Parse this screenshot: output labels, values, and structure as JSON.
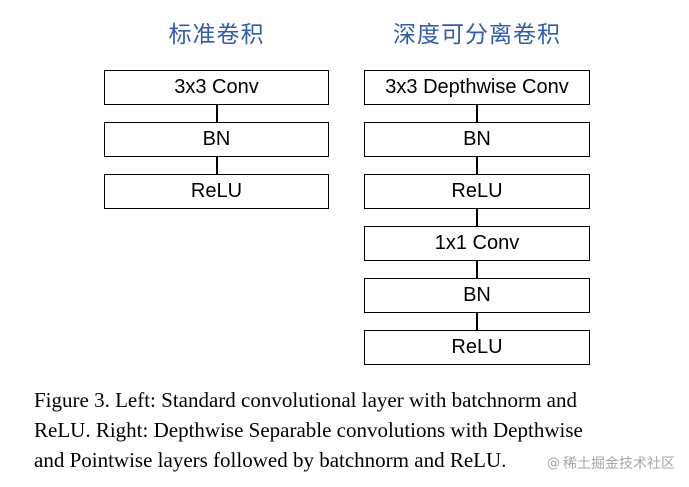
{
  "titles": {
    "left": "标准卷积",
    "right": "深度可分离卷积"
  },
  "left_column": [
    {
      "label": "3x3 Conv"
    },
    {
      "label": "BN"
    },
    {
      "label": "ReLU"
    }
  ],
  "right_column": [
    {
      "label": "3x3 Depthwise Conv"
    },
    {
      "label": "BN"
    },
    {
      "label": "ReLU"
    },
    {
      "label": "1x1 Conv"
    },
    {
      "label": "BN"
    },
    {
      "label": "ReLU"
    }
  ],
  "caption": {
    "line1": "Figure 3. Left: Standard convolutional layer with batchnorm and",
    "line2": "ReLU. Right: Depthwise Separable convolutions with Depthwise",
    "line3": "and Pointwise layers followed by batchnorm and ReLU."
  },
  "watermark": {
    "symbol": "@",
    "text": "稀土掘金技术社区"
  },
  "colors": {
    "title": "#2f5bb5",
    "box_border": "#000000",
    "watermark": "#a7a7a7"
  }
}
